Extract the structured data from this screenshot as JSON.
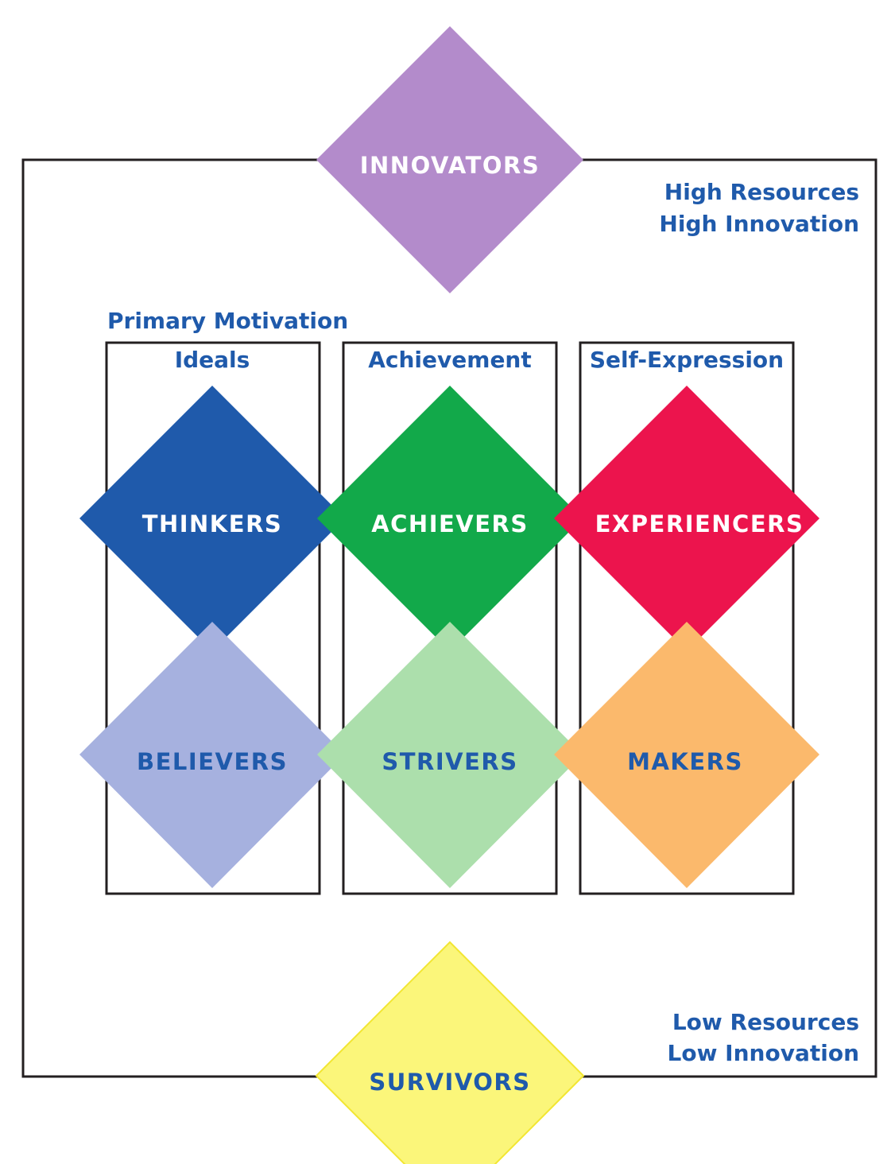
{
  "corner_labels": {
    "high_resources": "High Resources",
    "high_innovation": "High Innovation",
    "low_resources": "Low Resources",
    "low_innovation": "Low Innovation"
  },
  "primary_motivation": "Primary Motivation",
  "columns": {
    "ideals": "Ideals",
    "achievement": "Achievement",
    "self_expression": "Self-Expression"
  },
  "segments": {
    "innovators": {
      "label": "INNOVATORS",
      "fill": "#b38bcb",
      "text_color": "#ffffff"
    },
    "thinkers": {
      "label": "THINKERS",
      "fill": "#1f5aab",
      "text_color": "#ffffff"
    },
    "achievers": {
      "label": "ACHIEVERS",
      "fill": "#12a94a",
      "text_color": "#ffffff"
    },
    "experiencers": {
      "label": "EXPERIENCERS",
      "fill": "#ec144d",
      "text_color": "#ffffff"
    },
    "believers": {
      "label": "BELIEVERS",
      "fill": "#a6b1df",
      "text_color": "#1f5aab"
    },
    "strivers": {
      "label": "STRIVERS",
      "fill": "#acdfac",
      "text_color": "#1f5aab"
    },
    "makers": {
      "label": "MAKERS",
      "fill": "#fbb96c",
      "text_color": "#1f5aab"
    },
    "survivors": {
      "label": "SURVIVORS",
      "fill": "#fbf67a",
      "text_color": "#1f5aab"
    }
  },
  "colors": {
    "text_blue": "#1f5aab",
    "frame": "#231f20",
    "survivors_stroke": "#f2e632"
  }
}
